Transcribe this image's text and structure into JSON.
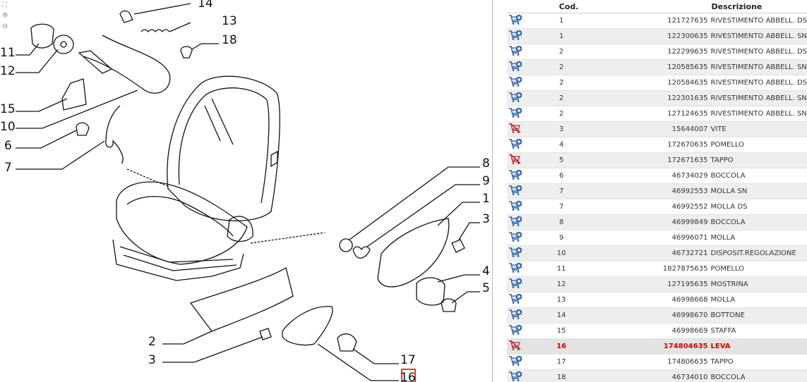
{
  "toolbar": {
    "zoom_in": "⊕",
    "zoom_out": "⊖"
  },
  "diagram": {
    "callouts": [
      "14",
      "13",
      "18",
      "11",
      "12",
      "15",
      "10",
      "6",
      "7",
      "8",
      "9",
      "1",
      "3",
      "4",
      "5",
      "2",
      "3",
      "17",
      "16"
    ],
    "selected_callout": "16",
    "highlight_color": "#cc0000"
  },
  "table": {
    "headers": {
      "icon": "",
      "pos": "Cod.",
      "code": "",
      "desc": "Descrizione"
    },
    "rows": [
      {
        "pos": "1",
        "code": "121727635",
        "desc": "RIVESTIMENTO ABBELL. DS",
        "icon": "cart-add-icon"
      },
      {
        "pos": "1",
        "code": "122300635",
        "desc": "RIVESTIMENTO ABBELL. SN",
        "icon": "cart-add-icon"
      },
      {
        "pos": "2",
        "code": "122299635",
        "desc": "RIVESTIMENTO ABBELL. DS",
        "icon": "cart-add-icon"
      },
      {
        "pos": "2",
        "code": "120585635",
        "desc": "RIVESTIMENTO ABBELL. SN",
        "icon": "cart-add-icon"
      },
      {
        "pos": "2",
        "code": "120584635",
        "desc": "RIVESTIMENTO ABBELL. DS",
        "icon": "cart-add-icon"
      },
      {
        "pos": "2",
        "code": "122301635",
        "desc": "RIVESTIMENTO ABBELL. SN",
        "icon": "cart-add-icon"
      },
      {
        "pos": "2",
        "code": "127124635",
        "desc": "RIVESTIMENTO ABBELL. SN",
        "icon": "cart-add-icon"
      },
      {
        "pos": "3",
        "code": "15644007",
        "desc": "VITE",
        "icon": "cart-unavailable-icon"
      },
      {
        "pos": "4",
        "code": "172670635",
        "desc": "POMELLO",
        "icon": "cart-add-icon"
      },
      {
        "pos": "5",
        "code": "172671635",
        "desc": "TAPPO",
        "icon": "cart-unavailable-icon"
      },
      {
        "pos": "6",
        "code": "46734029",
        "desc": "BOCCOLA",
        "icon": "cart-add-icon"
      },
      {
        "pos": "7",
        "code": "46992553",
        "desc": "MOLLA SN",
        "icon": "cart-add-icon"
      },
      {
        "pos": "7",
        "code": "46992552",
        "desc": "MOLLA DS",
        "icon": "cart-add-icon"
      },
      {
        "pos": "8",
        "code": "46999849",
        "desc": "BOCCOLA",
        "icon": "cart-add-icon"
      },
      {
        "pos": "9",
        "code": "46996071",
        "desc": "MOLLA",
        "icon": "cart-add-icon"
      },
      {
        "pos": "10",
        "code": "46732721",
        "desc": "DISPOSIT.REGOLAZIONE",
        "icon": "cart-add-icon"
      },
      {
        "pos": "11",
        "code": "1827875635",
        "desc": "POMELLO",
        "icon": "cart-add-icon"
      },
      {
        "pos": "12",
        "code": "127195635",
        "desc": "MOSTRINA",
        "icon": "cart-add-icon"
      },
      {
        "pos": "13",
        "code": "46998668",
        "desc": "MOLLA",
        "icon": "cart-add-icon"
      },
      {
        "pos": "14",
        "code": "46998670",
        "desc": "BOTTONE",
        "icon": "cart-add-icon"
      },
      {
        "pos": "15",
        "code": "46998669",
        "desc": "STAFFA",
        "icon": "cart-add-icon"
      },
      {
        "pos": "16",
        "code": "174804635",
        "desc": "LEVA",
        "icon": "cart-unavailable-icon",
        "highlight": true
      },
      {
        "pos": "17",
        "code": "174806635",
        "desc": "TAPPO",
        "icon": "cart-add-icon"
      },
      {
        "pos": "18",
        "code": "46734010",
        "desc": "BOCCOLA",
        "icon": "cart-add-icon"
      }
    ]
  }
}
